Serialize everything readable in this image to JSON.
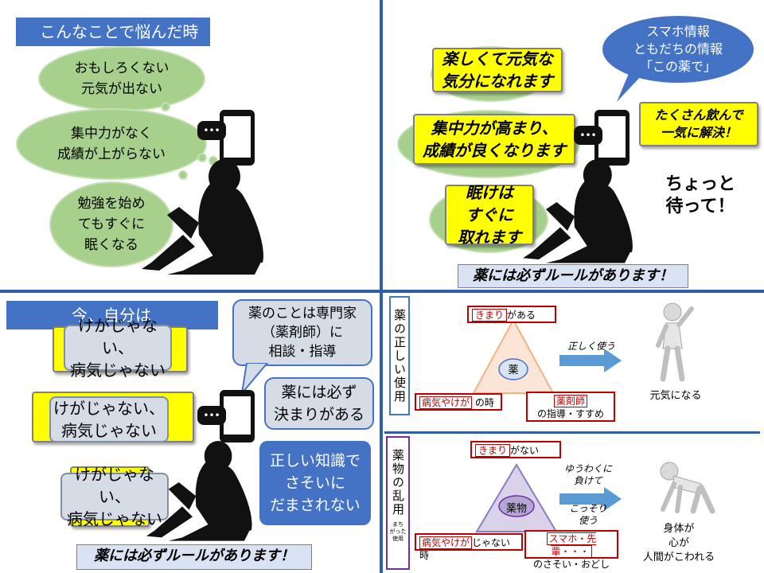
{
  "q1": {
    "title": "こんなことで悩んだ時",
    "worry1_line1": "おもしろくない",
    "worry1_line2": "元気が出ない",
    "worry2_line1": "集中力がなく",
    "worry2_line2": "成績が上がらない",
    "worry3_line1": "勉強を始め",
    "worry3_line2": "てもすぐに",
    "worry3_line3": "眠くなる",
    "phone_dots": "•••"
  },
  "q2": {
    "info_line1": "スマホ情報",
    "info_line2": "ともだちの情報",
    "info_line3": "「この薬で」",
    "claim1_line1": "楽しくて元気な",
    "claim1_line2": "気分になれます",
    "claim2_line1": "集中力が高まり、",
    "claim2_line2": "成績が良くなります",
    "claim3_line1": "眠けは",
    "claim3_line2": "すぐに",
    "claim3_line3": "取れます",
    "promo_line1": "たくさん飲んで",
    "promo_line2": "一気に解決！",
    "wait_line1": "ちょっと",
    "wait_line2": "待って！",
    "rule": "薬には必ずルールがあります！"
  },
  "q3": {
    "title": "今、自分は",
    "status_line1": "けがじゃない、",
    "status_line2": "病気じゃない",
    "expert_line1": "薬のことは専門家",
    "expert_line2": "（薬剤師）に",
    "expert_line3": "相談・指導",
    "rules_line1": "薬には必ず",
    "rules_line2": "決まりがある",
    "knowledge_line1": "正しい知識で",
    "knowledge_line2": "さそいに",
    "knowledge_line3": "だまされない",
    "rule": "薬には必ずルールがあります！"
  },
  "q4": {
    "correct": {
      "label": "薬の正しい使用",
      "center": "薬",
      "rule_red": "きまり",
      "rule_rest": "がある",
      "ill_red": "病気やけが",
      "ill_rest": "の時",
      "pharm_red": "薬剤師",
      "pharm_rest": "の指導・すすめ",
      "arrow": "正しく使う",
      "result": "元気になる"
    },
    "abuse": {
      "label": "薬物の乱用",
      "sublabel_line1": "まち",
      "sublabel_line2": "がった",
      "sublabel_line3": "使用",
      "center": "薬物",
      "rule_red": "きまり",
      "rule_rest": "がない",
      "ill_red": "病気やけが",
      "ill_rest": "じゃない時",
      "peer_red": "スマホ・先輩・・・",
      "peer_rest": "のさそい・おどし",
      "arrow_top_line1": "ゆうわくに",
      "arrow_top_line2": "負けて",
      "arrow_bottom_line1": "こっそり",
      "arrow_bottom_line2": "使う",
      "result_line1": "身体が",
      "result_line2": "心が",
      "result_line3": "人間がこわれる"
    }
  },
  "colors": {
    "band_blue": "#4472c4",
    "cloud_green": "#a8d08d",
    "highlight_yellow": "#ffff00",
    "gray_box": "#d6dce5",
    "rule_box": "#dae3f3",
    "triangle_orange": "#f4b183",
    "triangle_purple": "#b4a7d6",
    "accent_red": "#c00000"
  }
}
